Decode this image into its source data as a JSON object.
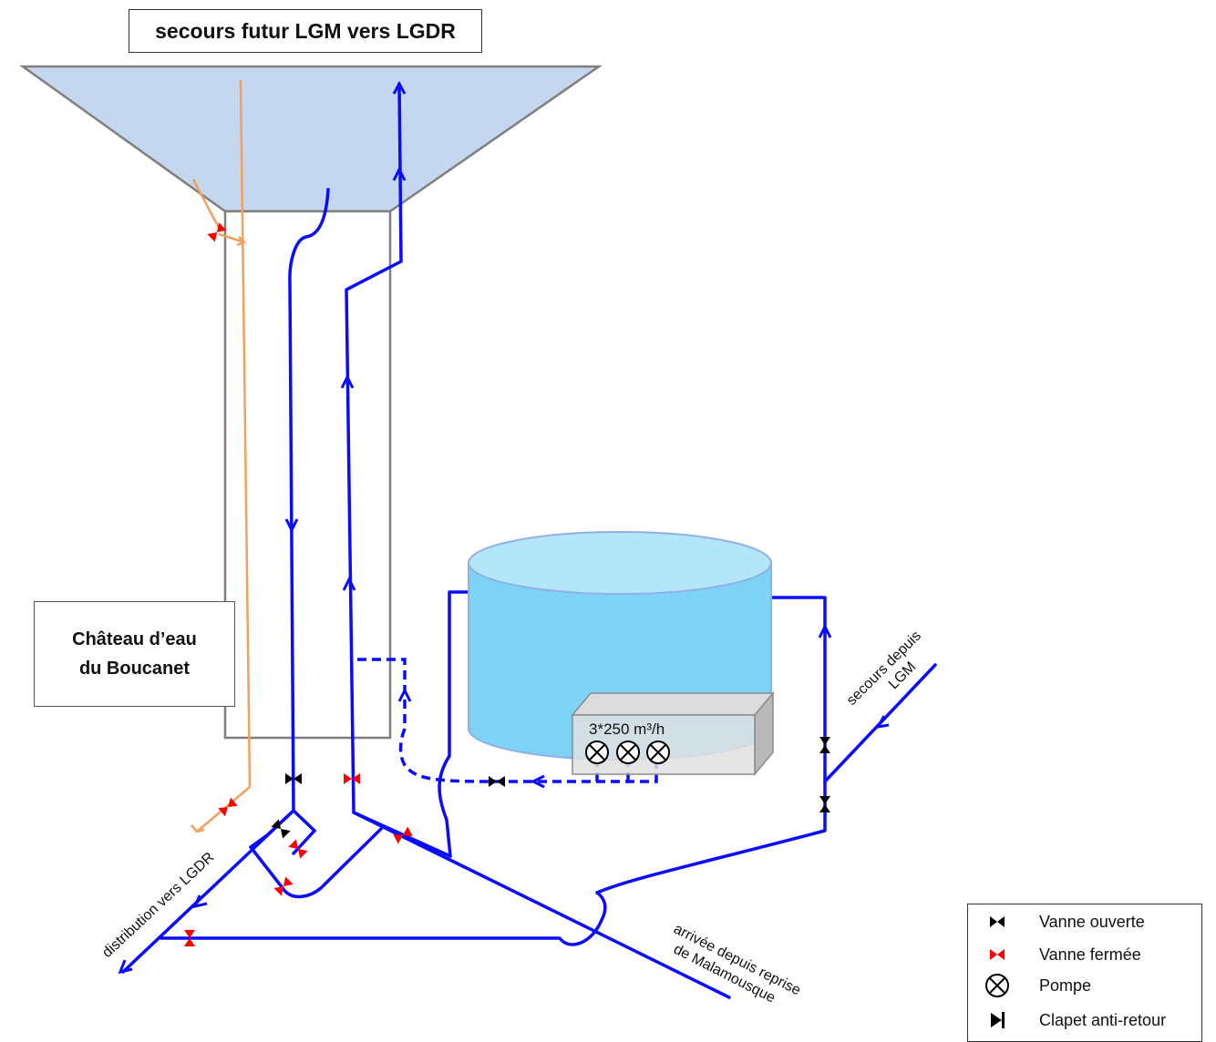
{
  "title": "secours futur LGM vers LGDR",
  "chateau": {
    "line1": "Château d’eau",
    "line2": "du Boucanet"
  },
  "pump_station": {
    "capacity_label": "3*250 m³/h"
  },
  "labels": {
    "distribution": "distribution vers LGDR",
    "arrivee_line1": "arrivée depuis reprise",
    "arrivee_line2": "de Malamousque",
    "secours_line1": "secours depuis",
    "secours_line2": "LGM"
  },
  "legend": [
    {
      "symbol": "vanne-ouverte-icon",
      "label": "Vanne ouverte",
      "color": "#000000"
    },
    {
      "symbol": "vanne-fermee-icon",
      "label": "Vanne fermée",
      "color": "#ff0000"
    },
    {
      "symbol": "pompe-icon",
      "label": "Pompe",
      "color": "#000000"
    },
    {
      "symbol": "clapet-icon",
      "label": "Clapet anti-retour",
      "color": "#000000"
    }
  ],
  "colors": {
    "pipe": "#0b0bff",
    "overflow_pipe": "#f5a05a",
    "tower_fill": "#c5d7ee",
    "tank_fill": "#7dd3f5",
    "tank_top": "#b2e6f8",
    "open_valve": "#000000",
    "closed_valve": "#ff0000"
  }
}
